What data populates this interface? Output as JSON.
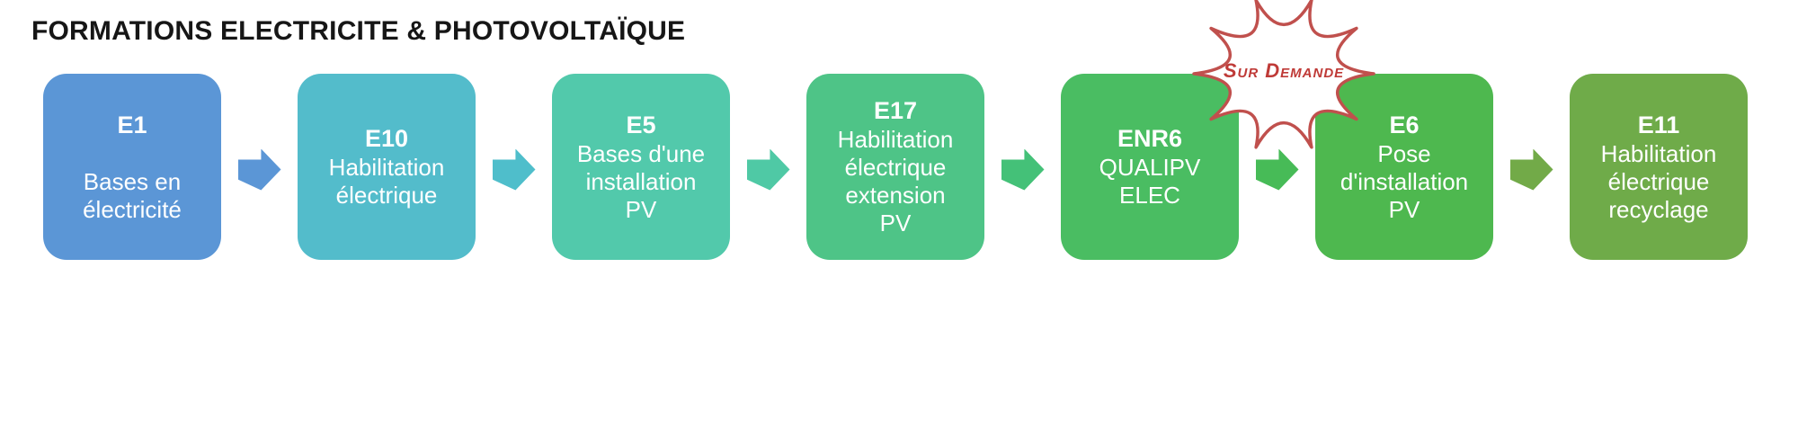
{
  "title": "FORMATIONS ELECTRICITE & PHOTOVOLTAÏQUE",
  "flow": {
    "steps": [
      {
        "code": "E1",
        "name": "\nBases en\nélectricité",
        "color": "#5b96d6"
      },
      {
        "code": "E10",
        "name": "Habilitation\nélectrique",
        "color": "#53bccb"
      },
      {
        "code": "E5",
        "name": "Bases d'une\ninstallation\nPV",
        "color": "#52c9ab"
      },
      {
        "code": "E17",
        "name": "Habilitation\nélectrique\nextension\nPV",
        "color": "#4ec487"
      },
      {
        "code": "ENR6",
        "name": "QUALIPV\nELEC",
        "color": "#4abd62"
      },
      {
        "code": "E6",
        "name": "Pose\nd'installation\nPV",
        "color": "#4eb84f"
      },
      {
        "code": "E11",
        "name": "Habilitation\nélectrique\nrecyclage",
        "color": "#6fab49"
      }
    ],
    "arrows": [
      {
        "color": "#5b96d6"
      },
      {
        "color": "#4fbecb"
      },
      {
        "color": "#4fc9a5"
      },
      {
        "color": "#44c178"
      },
      {
        "color": "#47bb57"
      },
      {
        "color": "#72aa48"
      }
    ]
  },
  "badge": {
    "label": "Sur Demande",
    "outline_color": "#c0504d",
    "text_color": "#bf3a37",
    "fill": "#ffffff"
  }
}
